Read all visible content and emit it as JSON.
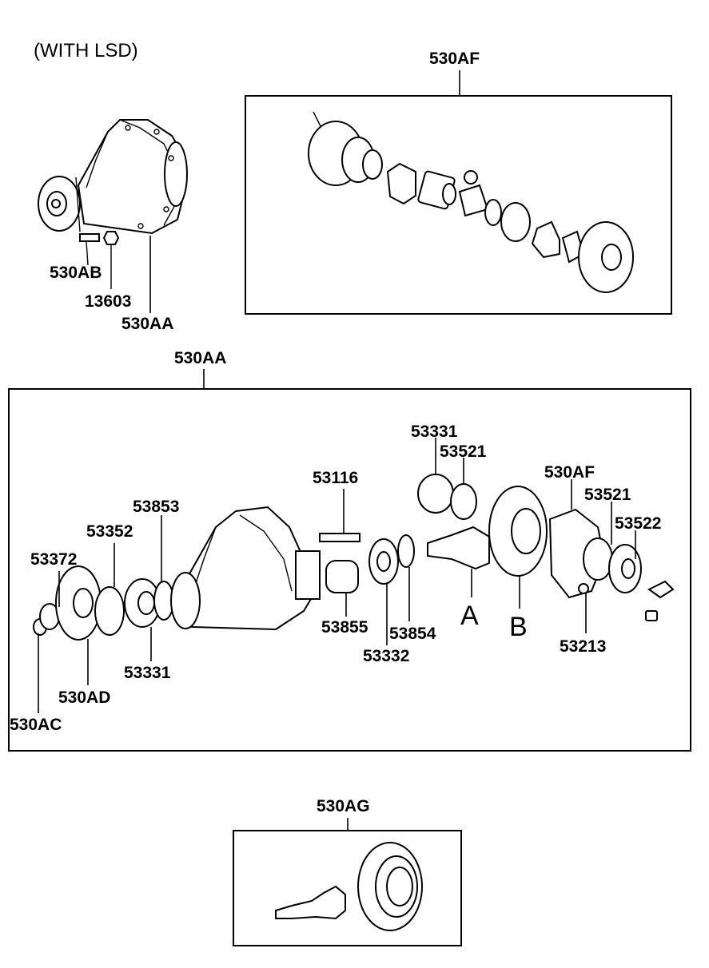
{
  "header": {
    "variant": "(WITH LSD)"
  },
  "labels": {
    "t530AF": "530AF",
    "t530AB": "530AB",
    "t13603": "13603",
    "t530AA": "530AA",
    "t530AA_box": "530AA",
    "t53331_top": "53331",
    "t53521_top": "53521",
    "t530AF_inner": "530AF",
    "t53521_mid": "53521",
    "t53522": "53522",
    "t53116": "53116",
    "t53853": "53853",
    "t53352": "53352",
    "t53372": "53372",
    "tA": "A",
    "tB": "B",
    "t53855": "53855",
    "t53854": "53854",
    "t53332": "53332",
    "t53213": "53213",
    "t53331_bot": "53331",
    "t530AD": "530AD",
    "t530AC": "530AC",
    "t530AG": "530AG"
  }
}
